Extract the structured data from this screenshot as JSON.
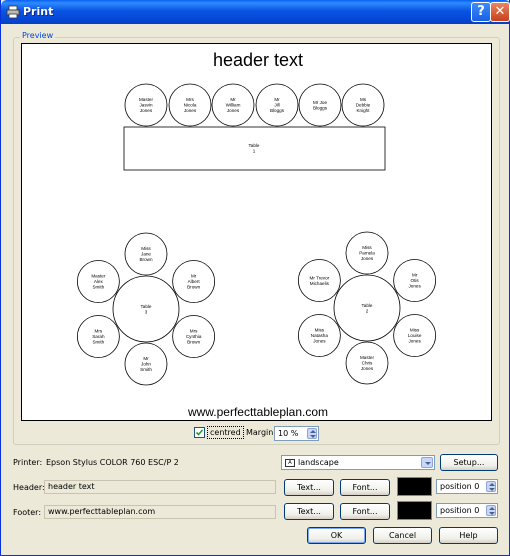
{
  "window": {
    "title": "Print",
    "help_glyph": "?",
    "close_glyph": "✕"
  },
  "preview": {
    "group_label": "Preview",
    "header_text": "header text",
    "footer_text": "www.perfecttableplan.com",
    "tables": [
      {
        "label": [
          "Table",
          "1"
        ],
        "shape": "rectangle",
        "seats": [
          [
            "Master",
            "Jasvin",
            "Jones"
          ],
          [
            "Mrs",
            "Nicola",
            "Jones"
          ],
          [
            "Mr",
            "William",
            "Jones"
          ],
          [
            "Mr",
            "Jill",
            "Bloggs"
          ],
          [
            "Mr Joe",
            "Bloggs"
          ],
          [
            "Ms",
            "Debbie",
            "Knight"
          ]
        ]
      },
      {
        "label": [
          "Table",
          "3"
        ],
        "shape": "round",
        "seats": [
          [
            "Miss",
            "Jane",
            "Brown"
          ],
          [
            "Mr",
            "Albert",
            "Brown"
          ],
          [
            "Mrs",
            "Cynthia",
            "Brown"
          ],
          [
            "Mr",
            "John",
            "Smith"
          ],
          [
            "Mrs",
            "Sarah",
            "Smith"
          ],
          [
            "Master",
            "Alex",
            "Smith"
          ]
        ]
      },
      {
        "label": [
          "Table",
          "2"
        ],
        "shape": "round",
        "seats": [
          [
            "Miss",
            "Pamela",
            "Jones"
          ],
          [
            "Mr",
            "Otis",
            "Jones"
          ],
          [
            "Miss",
            "Louise",
            "Jones"
          ],
          [
            "Master",
            "Chris",
            "Jones"
          ],
          [
            "Miss",
            "Natasha",
            "Jones"
          ],
          [
            "Mr Trevor",
            "Michaelis"
          ]
        ]
      }
    ]
  },
  "options": {
    "centred_label": "centred",
    "centred_checked": true,
    "margin_label": "Margin:",
    "margin_value": "10 %"
  },
  "printer": {
    "label": "Printer:",
    "name": "Epson Stylus COLOR 760 ESC/P 2",
    "orientation": "landscape",
    "setup_button": "Setup..."
  },
  "header": {
    "label": "Header:",
    "value": "header text",
    "text_button": "Text...",
    "font_button": "Font...",
    "color": "#000000",
    "position": "position 0"
  },
  "footer": {
    "label": "Footer:",
    "value": "www.perfecttableplan.com",
    "text_button": "Text...",
    "font_button": "Font...",
    "color": "#000000",
    "position": "position 0"
  },
  "buttons": {
    "ok": "OK",
    "cancel": "Cancel",
    "help": "Help"
  }
}
